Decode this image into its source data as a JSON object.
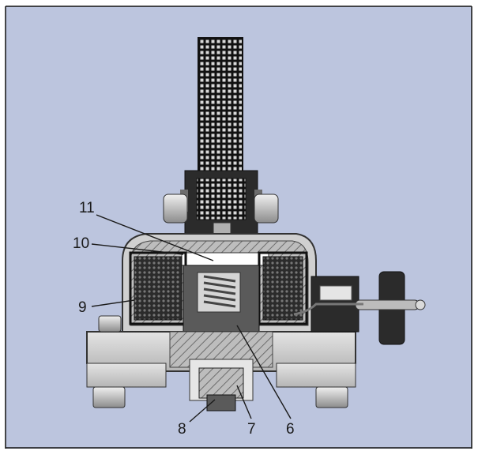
{
  "figure": {
    "colors": {
      "background_panel": "#bcc5de",
      "frame": "#111111",
      "steel_dark": "#2b2b2b",
      "steel_mid": "#6a6a6a",
      "steel_light": "#a9a9a9",
      "housing_light": "#d8d8d8",
      "hatch": "#7a7a7a"
    },
    "callouts": [
      {
        "id": "11",
        "label": "11"
      },
      {
        "id": "10",
        "label": "10"
      },
      {
        "id": "9",
        "label": "9"
      },
      {
        "id": "8",
        "label": "8"
      },
      {
        "id": "7",
        "label": "7"
      },
      {
        "id": "6",
        "label": "6"
      }
    ]
  }
}
